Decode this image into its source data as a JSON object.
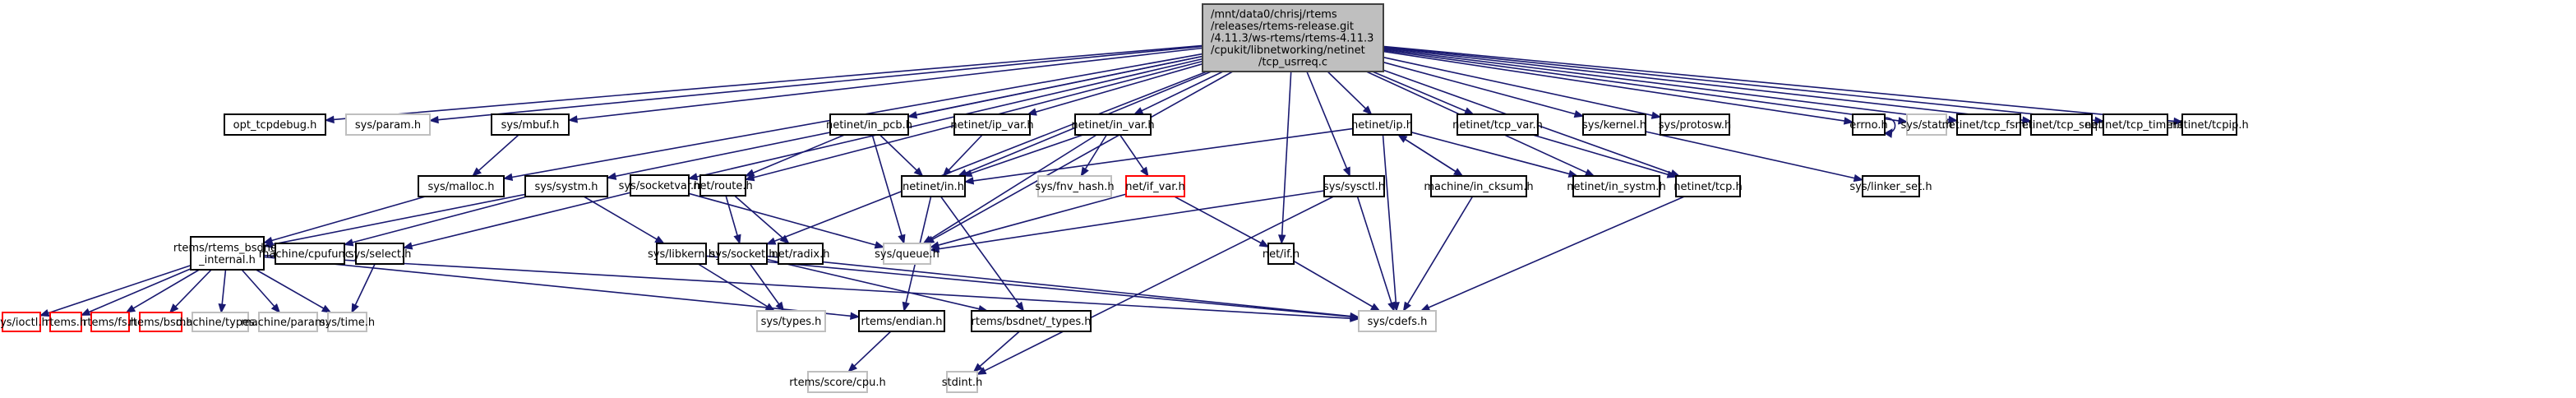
{
  "title": "Include dependency graph for tcp_usrreq.c",
  "colors": {
    "edge": "#191970",
    "root_fill": "#bfbfbf",
    "root_border": "#404040",
    "documented_border": "#000000",
    "undocumented_border": "#bfbfbf",
    "missing_border": "#ff0000"
  },
  "root": {
    "id": "root",
    "lines": [
      "/mnt/data0/chrisj/rtems",
      "/releases/rtems-release.git",
      "/4.11.3/ws-rtems/rtems-4.11.3",
      "/cpukit/libnetworking/netinet",
      "/tcp_usrreq.c"
    ]
  },
  "nodes": [
    {
      "id": "opt_tcpdebug",
      "label": "opt_tcpdebug.h",
      "style": "documented"
    },
    {
      "id": "sys_param",
      "label": "sys/param.h",
      "style": "undocumented"
    },
    {
      "id": "sys_mbuf",
      "label": "sys/mbuf.h",
      "style": "documented"
    },
    {
      "id": "netinet_in_pcb",
      "label": "netinet/in_pcb.h",
      "style": "documented"
    },
    {
      "id": "netinet_ip_var",
      "label": "netinet/ip_var.h",
      "style": "documented"
    },
    {
      "id": "netinet_in_var",
      "label": "netinet/in_var.h",
      "style": "documented"
    },
    {
      "id": "netinet_ip",
      "label": "netinet/ip.h",
      "style": "documented"
    },
    {
      "id": "netinet_tcp_var",
      "label": "netinet/tcp_var.h",
      "style": "documented"
    },
    {
      "id": "sys_kernel",
      "label": "sys/kernel.h",
      "style": "documented"
    },
    {
      "id": "sys_protosw",
      "label": "sys/protosw.h",
      "style": "documented"
    },
    {
      "id": "errno",
      "label": "errno.h",
      "style": "documented"
    },
    {
      "id": "sys_stat",
      "label": "sys/stat.h",
      "style": "undocumented"
    },
    {
      "id": "netinet_tcp_fsm",
      "label": "netinet/tcp_fsm.h",
      "style": "documented"
    },
    {
      "id": "netinet_tcp_seq",
      "label": "netinet/tcp_seq.h",
      "style": "documented"
    },
    {
      "id": "netinet_tcp_timer",
      "label": "netinet/tcp_timer.h",
      "style": "documented"
    },
    {
      "id": "netinet_tcpip",
      "label": "netinet/tcpip.h",
      "style": "documented"
    },
    {
      "id": "sys_malloc",
      "label": "sys/malloc.h",
      "style": "documented"
    },
    {
      "id": "sys_systm",
      "label": "sys/systm.h",
      "style": "documented"
    },
    {
      "id": "sys_socketvar",
      "label": "sys/socketvar.h",
      "style": "documented"
    },
    {
      "id": "net_route",
      "label": "net/route.h",
      "style": "documented"
    },
    {
      "id": "netinet_in",
      "label": "netinet/in.h",
      "style": "documented"
    },
    {
      "id": "sys_fnv_hash",
      "label": "sys/fnv_hash.h",
      "style": "undocumented"
    },
    {
      "id": "net_if_var",
      "label": "net/if_var.h",
      "style": "missing"
    },
    {
      "id": "sys_sysctl",
      "label": "sys/sysctl.h",
      "style": "documented"
    },
    {
      "id": "machine_in_cksum",
      "label": "machine/in_cksum.h",
      "style": "documented"
    },
    {
      "id": "netinet_in_systm",
      "label": "netinet/in_systm.h",
      "style": "documented"
    },
    {
      "id": "netinet_tcp",
      "label": "netinet/tcp.h",
      "style": "documented"
    },
    {
      "id": "sys_linker_set",
      "label": "sys/linker_set.h",
      "style": "documented"
    },
    {
      "id": "rtems_bsdnet_internal",
      "label": "rtems/rtems_bsdnet\n_internal.h",
      "style": "documented"
    },
    {
      "id": "machine_cpufunc",
      "label": "machine/cpufunc.h",
      "style": "documented"
    },
    {
      "id": "sys_select",
      "label": "sys/select.h",
      "style": "documented"
    },
    {
      "id": "sys_libkern",
      "label": "sys/libkern.h",
      "style": "documented"
    },
    {
      "id": "sys_socket",
      "label": "sys/socket.h",
      "style": "documented"
    },
    {
      "id": "net_radix",
      "label": "net/radix.h",
      "style": "documented"
    },
    {
      "id": "sys_queue",
      "label": "sys/queue.h",
      "style": "undocumented"
    },
    {
      "id": "net_if",
      "label": "net/if.h",
      "style": "documented"
    },
    {
      "id": "sys_ioctl",
      "label": "sys/ioctl.h",
      "style": "missing"
    },
    {
      "id": "rtems",
      "label": "rtems.h",
      "style": "missing"
    },
    {
      "id": "rtems_fs",
      "label": "rtems/fs.h",
      "style": "missing"
    },
    {
      "id": "rtems_bsd",
      "label": "rtems/bsd.h",
      "style": "missing"
    },
    {
      "id": "machine_types",
      "label": "machine/types.h",
      "style": "undocumented"
    },
    {
      "id": "machine_param",
      "label": "machine/param.h",
      "style": "undocumented"
    },
    {
      "id": "sys_time",
      "label": "sys/time.h",
      "style": "undocumented"
    },
    {
      "id": "sys_types",
      "label": "sys/types.h",
      "style": "undocumented"
    },
    {
      "id": "rtems_endian",
      "label": "rtems/endian.h",
      "style": "documented"
    },
    {
      "id": "rtems_bsdnet_types",
      "label": "rtems/bsdnet/_types.h",
      "style": "documented"
    },
    {
      "id": "sys_cdefs",
      "label": "sys/cdefs.h",
      "style": "undocumented"
    },
    {
      "id": "rtems_score_cpu",
      "label": "rtems/score/cpu.h",
      "style": "undocumented"
    },
    {
      "id": "stdint",
      "label": "stdint.h",
      "style": "undocumented"
    }
  ],
  "edges": [
    [
      "root",
      "opt_tcpdebug"
    ],
    [
      "root",
      "sys_param"
    ],
    [
      "root",
      "sys_mbuf"
    ],
    [
      "root",
      "sys_malloc"
    ],
    [
      "root",
      "sys_systm"
    ],
    [
      "root",
      "sys_socketvar"
    ],
    [
      "root",
      "sys_socket"
    ],
    [
      "root",
      "net_route"
    ],
    [
      "root",
      "netinet_in_pcb"
    ],
    [
      "root",
      "netinet_in"
    ],
    [
      "root",
      "netinet_ip_var"
    ],
    [
      "root",
      "netinet_in_var"
    ],
    [
      "root",
      "sys_queue"
    ],
    [
      "root",
      "netinet_ip"
    ],
    [
      "root",
      "sys_sysctl"
    ],
    [
      "root",
      "net_if"
    ],
    [
      "root",
      "netinet_tcp_var"
    ],
    [
      "root",
      "netinet_in_systm"
    ],
    [
      "root",
      "netinet_tcp"
    ],
    [
      "root",
      "sys_kernel"
    ],
    [
      "root",
      "sys_protosw"
    ],
    [
      "root",
      "errno"
    ],
    [
      "root",
      "sys_stat"
    ],
    [
      "root",
      "netinet_tcp_fsm"
    ],
    [
      "root",
      "netinet_tcp_seq"
    ],
    [
      "root",
      "netinet_tcp_timer"
    ],
    [
      "root",
      "netinet_tcpip"
    ],
    [
      "sys_mbuf",
      "sys_malloc"
    ],
    [
      "sys_malloc",
      "rtems_bsdnet_internal"
    ],
    [
      "sys_systm",
      "rtems_bsdnet_internal"
    ],
    [
      "sys_systm",
      "machine_cpufunc"
    ],
    [
      "sys_systm",
      "sys_libkern"
    ],
    [
      "netinet_in_pcb",
      "net_route"
    ],
    [
      "netinet_in_pcb",
      "netinet_in"
    ],
    [
      "netinet_in_pcb",
      "sys_queue"
    ],
    [
      "netinet_ip_var",
      "netinet_in"
    ],
    [
      "netinet_in_var",
      "netinet_in"
    ],
    [
      "netinet_in_var",
      "sys_fnv_hash"
    ],
    [
      "netinet_in_var",
      "net_if_var"
    ],
    [
      "netinet_in_var",
      "sys_queue"
    ],
    [
      "netinet_ip",
      "netinet_in"
    ],
    [
      "netinet_ip",
      "machine_in_cksum"
    ],
    [
      "netinet_ip",
      "netinet_in_systm"
    ],
    [
      "netinet_ip",
      "sys_cdefs"
    ],
    [
      "netinet_tcp_var",
      "netinet_tcp"
    ],
    [
      "sys_kernel",
      "sys_linker_set"
    ],
    [
      "errno",
      "errno"
    ],
    [
      "sys_socketvar",
      "sys_select"
    ],
    [
      "sys_socketvar",
      "sys_queue"
    ],
    [
      "net_route",
      "sys_socket"
    ],
    [
      "net_route",
      "net_radix"
    ],
    [
      "netinet_in",
      "rtems_endian"
    ],
    [
      "netinet_in",
      "rtems_bsdnet_types"
    ],
    [
      "net_if_var",
      "sys_queue"
    ],
    [
      "net_if_var",
      "net_if"
    ],
    [
      "sys_sysctl",
      "sys_queue"
    ],
    [
      "sys_sysctl",
      "sys_cdefs"
    ],
    [
      "sys_sysctl",
      "stdint"
    ],
    [
      "machine_in_cksum",
      "netinet_ip"
    ],
    [
      "machine_in_cksum",
      "sys_cdefs"
    ],
    [
      "netinet_tcp",
      "sys_cdefs"
    ],
    [
      "net_if",
      "sys_cdefs"
    ],
    [
      "rtems_bsdnet_internal",
      "sys_ioctl"
    ],
    [
      "rtems_bsdnet_internal",
      "rtems"
    ],
    [
      "rtems_bsdnet_internal",
      "rtems_fs"
    ],
    [
      "rtems_bsdnet_internal",
      "rtems_bsd"
    ],
    [
      "rtems_bsdnet_internal",
      "machine_types"
    ],
    [
      "rtems_bsdnet_internal",
      "machine_param"
    ],
    [
      "rtems_bsdnet_internal",
      "sys_time"
    ],
    [
      "rtems_bsdnet_internal",
      "rtems_endian"
    ],
    [
      "rtems_bsdnet_internal",
      "sys_cdefs"
    ],
    [
      "sys_select",
      "sys_time"
    ],
    [
      "sys_libkern",
      "sys_types"
    ],
    [
      "sys_libkern",
      "sys_cdefs"
    ],
    [
      "sys_socket",
      "sys_types"
    ],
    [
      "sys_socket",
      "rtems_bsdnet_types"
    ],
    [
      "sys_socket",
      "sys_cdefs"
    ],
    [
      "rtems_endian",
      "rtems_score_cpu"
    ],
    [
      "rtems_bsdnet_types",
      "stdint"
    ]
  ]
}
